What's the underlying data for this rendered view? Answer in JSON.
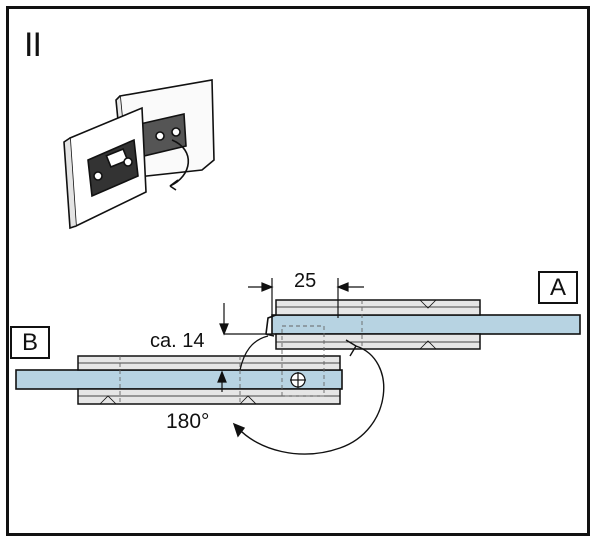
{
  "step_label": "II",
  "labels": {
    "panel_a": "A",
    "panel_b": "B"
  },
  "dimensions": {
    "gap": "25",
    "offset": "ca. 14",
    "rotation": "180°"
  },
  "colors": {
    "glass": "#b7d3e2",
    "line": "#111111",
    "shade": "#dfdfdf"
  }
}
